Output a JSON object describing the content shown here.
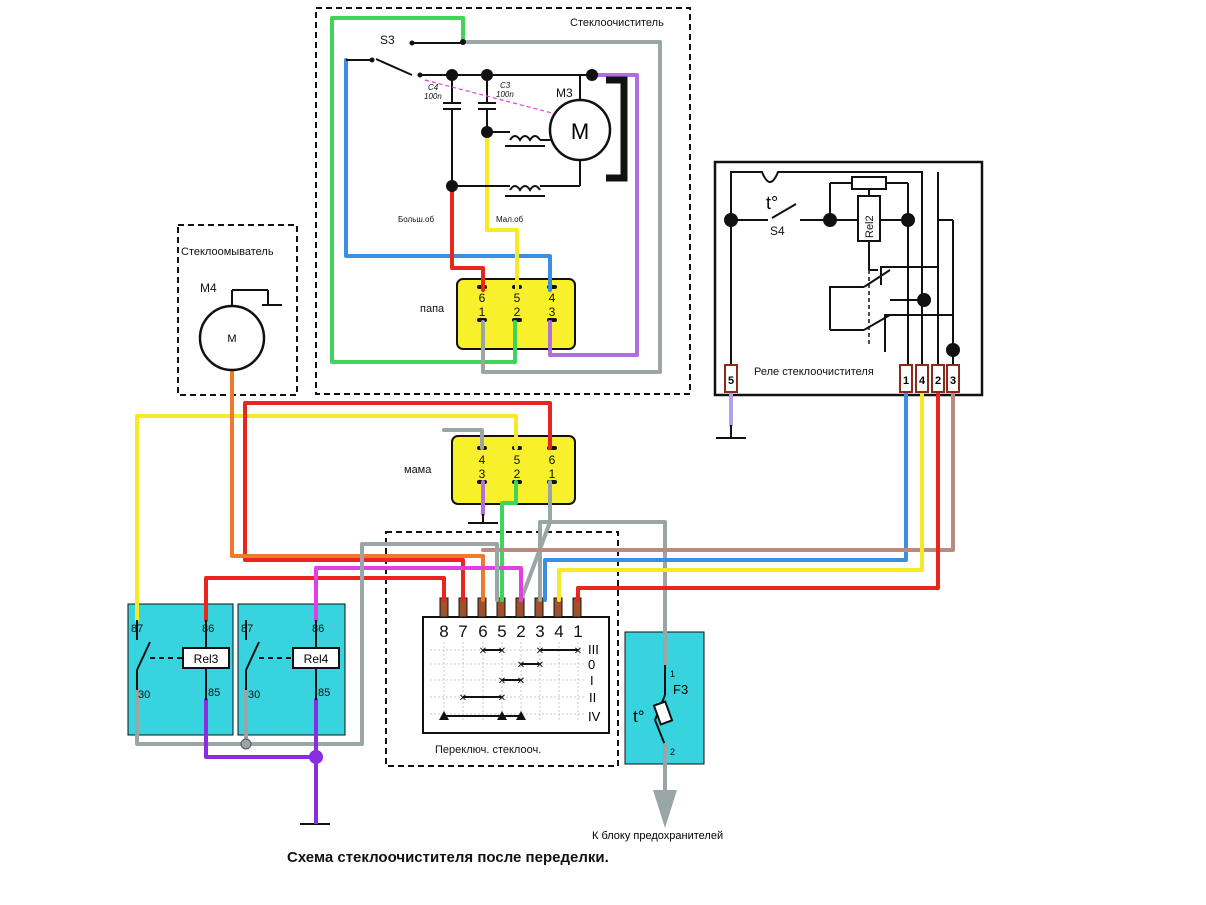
{
  "caption": "Схема стеклоочистителя после переделки.",
  "colors": {
    "red": "#e8261d",
    "yellow": "#f6e928",
    "blue": "#3b8fe0",
    "green": "#3fd45a",
    "gray": "#9aa6a6",
    "violet": "#b06ee0",
    "magenta": "#e33ee0",
    "orange": "#ee7a2a",
    "brown": "#b88a80",
    "purple": "#8a2de0",
    "cyan": "#37d4e0",
    "connector": "#f7f02a"
  },
  "wiper_motor": {
    "box_label": "Стеклоочиститель",
    "switch": "S3",
    "motor": "M3",
    "motor_symbol": "M",
    "cap_c4": "C4",
    "cap_c4_val": "100n",
    "cap_c3": "C3",
    "cap_c3_val": "100n",
    "winding_big": "Больш.об",
    "winding_small": "Мал.об",
    "connector_label": "папа",
    "conn_top": [
      "6",
      "5",
      "4"
    ],
    "conn_bottom": [
      "1",
      "2",
      "3"
    ]
  },
  "washer": {
    "box_label": "Стеклоомыватель",
    "motor": "M4",
    "motor_symbol": "M"
  },
  "female_connector": {
    "label": "мама",
    "top": [
      "4",
      "5",
      "6"
    ],
    "bottom": [
      "3",
      "2",
      "1"
    ]
  },
  "wiper_relay": {
    "label": "Реле стеклоочистителя",
    "temp": "t°",
    "switch": "S4",
    "coil": "Rel2",
    "pins": [
      "5",
      "1",
      "4",
      "2",
      "3"
    ]
  },
  "relay3": {
    "name": "Rel3",
    "p87": "87",
    "p86": "86",
    "p30": "30",
    "p85": "85"
  },
  "relay4": {
    "name": "Rel4",
    "p87": "87",
    "p86": "86",
    "p30": "30",
    "p85": "85"
  },
  "column_switch": {
    "label": "Переключ. стеклооч.",
    "pins": [
      "8",
      "7",
      "6",
      "5",
      "2",
      "3",
      "4",
      "1"
    ],
    "positions": [
      "III",
      "0",
      "I",
      "II",
      "IV"
    ]
  },
  "fuse": {
    "name": "F3",
    "temp": "t°",
    "pin1": "1",
    "pin2": "2"
  },
  "arrow_label": "К блоку предохранителей"
}
